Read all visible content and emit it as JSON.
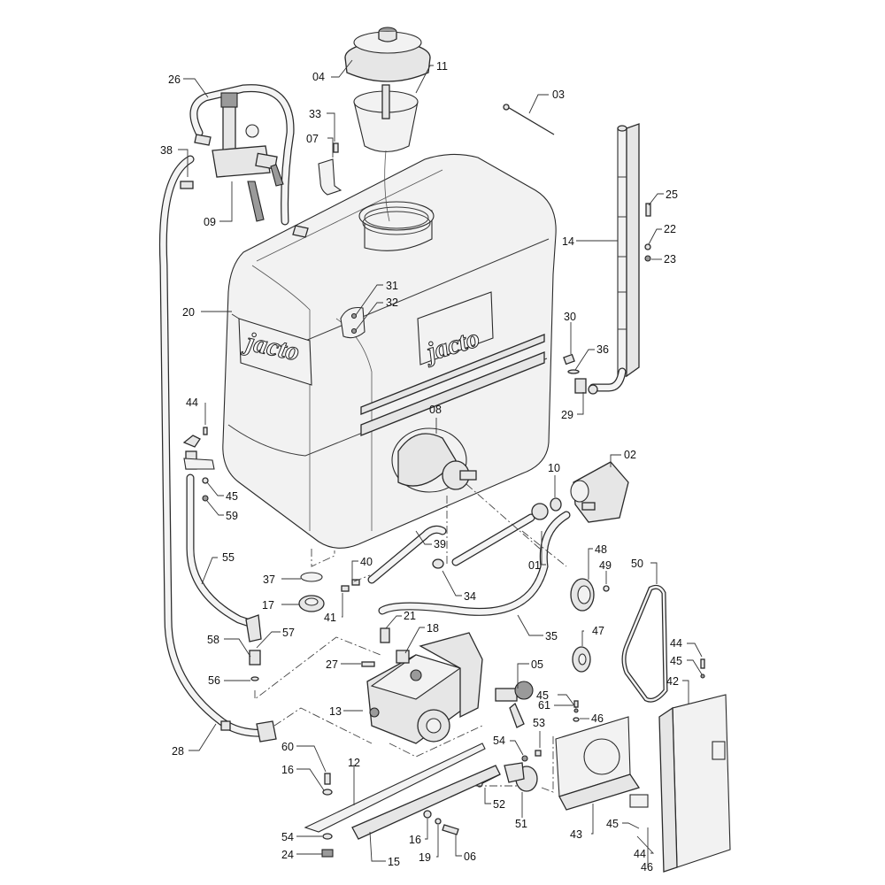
{
  "diagram": {
    "type": "exploded-parts-diagram",
    "brand_logo_text": "jacto",
    "colors": {
      "background": "#ffffff",
      "line": "#2a2a2a",
      "part_fill": "#e6e6e6",
      "label_text": "#111111"
    },
    "callouts": [
      {
        "id": "01",
        "label": "01"
      },
      {
        "id": "02",
        "label": "02"
      },
      {
        "id": "03",
        "label": "03"
      },
      {
        "id": "04",
        "label": "04"
      },
      {
        "id": "05",
        "label": "05"
      },
      {
        "id": "06",
        "label": "06"
      },
      {
        "id": "07",
        "label": "07"
      },
      {
        "id": "08",
        "label": "08"
      },
      {
        "id": "09",
        "label": "09"
      },
      {
        "id": "10",
        "label": "10"
      },
      {
        "id": "11",
        "label": "11"
      },
      {
        "id": "12",
        "label": "12"
      },
      {
        "id": "13",
        "label": "13"
      },
      {
        "id": "14",
        "label": "14"
      },
      {
        "id": "15",
        "label": "15"
      },
      {
        "id": "16a",
        "label": "16"
      },
      {
        "id": "16b",
        "label": "16"
      },
      {
        "id": "17",
        "label": "17"
      },
      {
        "id": "18",
        "label": "18"
      },
      {
        "id": "19",
        "label": "19"
      },
      {
        "id": "20",
        "label": "20"
      },
      {
        "id": "21",
        "label": "21"
      },
      {
        "id": "22",
        "label": "22"
      },
      {
        "id": "23",
        "label": "23"
      },
      {
        "id": "24",
        "label": "24"
      },
      {
        "id": "25",
        "label": "25"
      },
      {
        "id": "26",
        "label": "26"
      },
      {
        "id": "27",
        "label": "27"
      },
      {
        "id": "28",
        "label": "28"
      },
      {
        "id": "29",
        "label": "29"
      },
      {
        "id": "30",
        "label": "30"
      },
      {
        "id": "31",
        "label": "31"
      },
      {
        "id": "32",
        "label": "32"
      },
      {
        "id": "33",
        "label": "33"
      },
      {
        "id": "34",
        "label": "34"
      },
      {
        "id": "35",
        "label": "35"
      },
      {
        "id": "36",
        "label": "36"
      },
      {
        "id": "37",
        "label": "37"
      },
      {
        "id": "38",
        "label": "38"
      },
      {
        "id": "39",
        "label": "39"
      },
      {
        "id": "40",
        "label": "40"
      },
      {
        "id": "41",
        "label": "41"
      },
      {
        "id": "42",
        "label": "42"
      },
      {
        "id": "43",
        "label": "43"
      },
      {
        "id": "44a",
        "label": "44"
      },
      {
        "id": "44b",
        "label": "44"
      },
      {
        "id": "44c",
        "label": "44"
      },
      {
        "id": "45a",
        "label": "45"
      },
      {
        "id": "45b",
        "label": "45"
      },
      {
        "id": "45c",
        "label": "45"
      },
      {
        "id": "45d",
        "label": "45"
      },
      {
        "id": "46a",
        "label": "46"
      },
      {
        "id": "46b",
        "label": "46"
      },
      {
        "id": "47",
        "label": "47"
      },
      {
        "id": "48",
        "label": "48"
      },
      {
        "id": "49",
        "label": "49"
      },
      {
        "id": "50",
        "label": "50"
      },
      {
        "id": "51",
        "label": "51"
      },
      {
        "id": "52",
        "label": "52"
      },
      {
        "id": "53",
        "label": "53"
      },
      {
        "id": "54a",
        "label": "54"
      },
      {
        "id": "54b",
        "label": "54"
      },
      {
        "id": "55",
        "label": "55"
      },
      {
        "id": "56",
        "label": "56"
      },
      {
        "id": "57",
        "label": "57"
      },
      {
        "id": "58",
        "label": "58"
      },
      {
        "id": "59",
        "label": "59"
      },
      {
        "id": "60",
        "label": "60"
      },
      {
        "id": "61",
        "label": "61"
      }
    ]
  }
}
